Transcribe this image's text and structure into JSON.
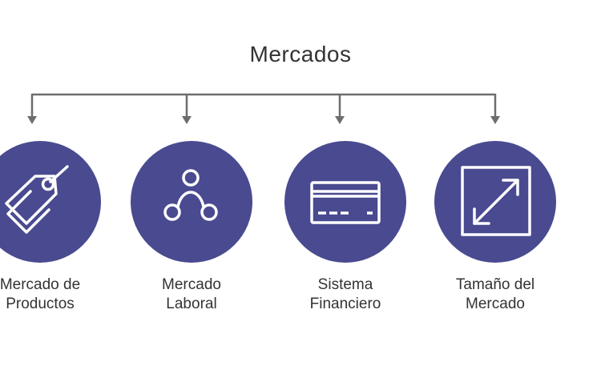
{
  "title": "Mercados",
  "colors": {
    "circle": "#4a4a91",
    "connector": "#6d6d6d",
    "icon": "#ffffff",
    "text": "#333333"
  },
  "nodes": [
    {
      "icon": "price-tag-icon",
      "label_lines": [
        "Mercado de",
        "Productos"
      ]
    },
    {
      "icon": "people-network-icon",
      "label_lines": [
        "Mercado",
        "Laboral"
      ]
    },
    {
      "icon": "credit-card-icon",
      "label_lines": [
        "Sistema",
        "Financiero"
      ]
    },
    {
      "icon": "expand-arrows-icon",
      "label_lines": [
        "Tamaño del",
        "Mercado"
      ]
    }
  ]
}
